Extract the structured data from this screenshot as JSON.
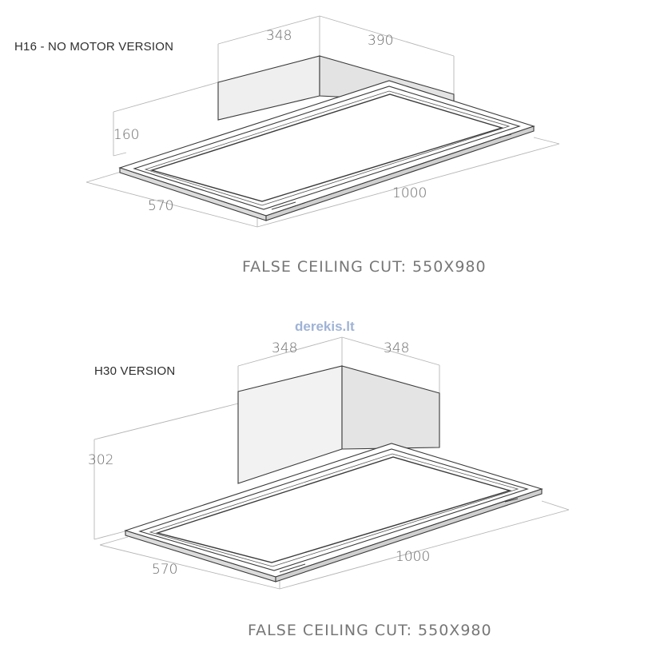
{
  "watermark": "derekis.lt",
  "diagrams": [
    {
      "version_label": "H16 - NO MOTOR VERSION",
      "dims": {
        "top_left": "348",
        "top_right": "390",
        "height": "160",
        "depth": "570",
        "width": "1000"
      },
      "cut_note": "FALSE CEILING CUT: 550X980"
    },
    {
      "version_label": "H30 VERSION",
      "dims": {
        "top_left": "348",
        "top_right": "348",
        "height": "302",
        "depth": "570",
        "width": "1000"
      },
      "cut_note": "FALSE CEILING CUT: 550X980"
    }
  ],
  "colors": {
    "outline": "#3a3a3a",
    "dimension_line": "#b5b5b5",
    "dimension_text": "#6b6b6b",
    "panel_fill": "#ffffff",
    "box_fill": "#f4f4f4",
    "watermark": "#9fb3d6"
  }
}
